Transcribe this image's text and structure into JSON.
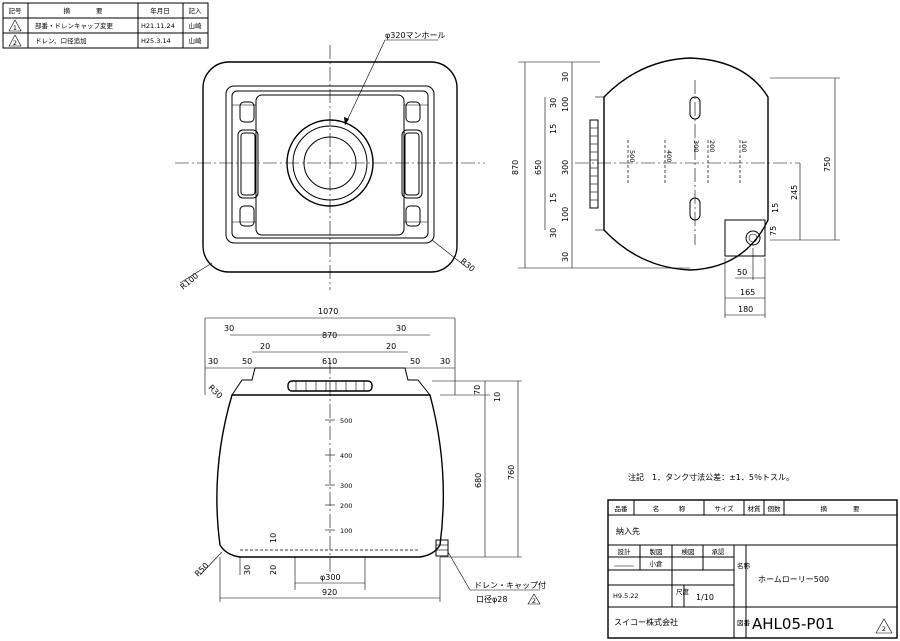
{
  "revision_table": {
    "headers": {
      "mark": "記号",
      "description": "摘　　　　要",
      "date": "年月日",
      "entry": "記入"
    },
    "rows": [
      {
        "mark": "1",
        "description": "部番・ドレンキャップ変更",
        "date": "H21.11.24",
        "entry": "山崎"
      },
      {
        "mark": "2",
        "description": "ドレン、口径追加",
        "date": "H25.3.14",
        "entry": "山崎"
      }
    ]
  },
  "top_view": {
    "manhole_label": "φ320マンホール",
    "radius_left": "R100",
    "radius_right": "R30"
  },
  "side_view": {
    "left_dims": [
      "870",
      "650",
      "300",
      "30",
      "100",
      "15",
      "15",
      "100",
      "30",
      "30",
      "30"
    ],
    "scale_marks": [
      "500",
      "400",
      "300",
      "200",
      "100"
    ],
    "right_dims": [
      "750",
      "245",
      "15",
      "75"
    ],
    "bottom_dims": [
      "50",
      "165",
      "180"
    ]
  },
  "front_view": {
    "top_dims": [
      "1070",
      "30",
      "870",
      "30",
      "20",
      "610",
      "20",
      "30",
      "50",
      "50",
      "30"
    ],
    "radius_top": "R30",
    "radius_bottom": "R50",
    "right_dims": [
      "70",
      "10",
      "680",
      "760"
    ],
    "scale_marks": [
      "500",
      "400",
      "300",
      "200",
      "100"
    ],
    "bottom_dims": [
      "10",
      "30",
      "20",
      "φ300",
      "920"
    ],
    "drain_label": "ドレン・キャップ付",
    "drain_size": "口径φ28"
  },
  "note": "注記　1．タンク寸法公差：±1．5％トスル。",
  "title_block": {
    "headers": {
      "part_no": "品番",
      "name": "名　　　称",
      "size": "サイズ",
      "material": "材質",
      "qty": "個数",
      "remarks": "摘　　　　要"
    },
    "delivery_label": "納入先",
    "roles": [
      "設計",
      "製図",
      "検図",
      "承認"
    ],
    "drafter": "小倉",
    "date": "H9.5.22",
    "scale_label": "尺度",
    "scale": "1/10",
    "company": "スイコー株式会社",
    "name_label": "名称",
    "product_name": "ホームローリー500",
    "no_label": "図番",
    "drawing_no": "AHL05-P01",
    "revision": "2"
  }
}
